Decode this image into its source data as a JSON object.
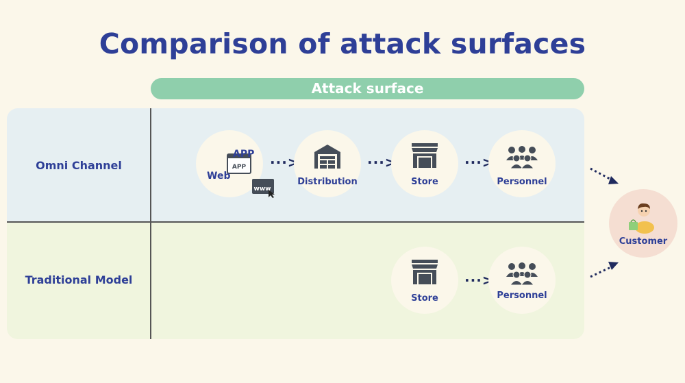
{
  "title": "Comparison of attack surfaces",
  "header": {
    "label": "Attack surface"
  },
  "rows": {
    "omni": {
      "label": "Omni Channel",
      "nodes": {
        "channels": {
          "app": "APP",
          "app_icon_text": "APP",
          "web": "Web",
          "web_icon_text": "www"
        },
        "distribution": "Distribution",
        "store": "Store",
        "personnel": "Personnel"
      }
    },
    "traditional": {
      "label": "Traditional Model",
      "nodes": {
        "store": "Store",
        "personnel": "Personnel"
      }
    }
  },
  "arrows": {
    "connector": "···>"
  },
  "customer": {
    "label": "Customer"
  },
  "colors": {
    "title": "#2e3f97",
    "pill": "#8fcfac",
    "omni_bg": "#e6eff2",
    "traditional_bg": "#f0f5de",
    "page_bg": "#fbf7ea",
    "customer_bg": "#f5ded2",
    "icon": "#454d58"
  },
  "icons": [
    "app-window-icon",
    "web-browser-icon",
    "cursor-icon",
    "warehouse-icon",
    "store-icon",
    "people-group-icon",
    "customer-person-icon"
  ]
}
